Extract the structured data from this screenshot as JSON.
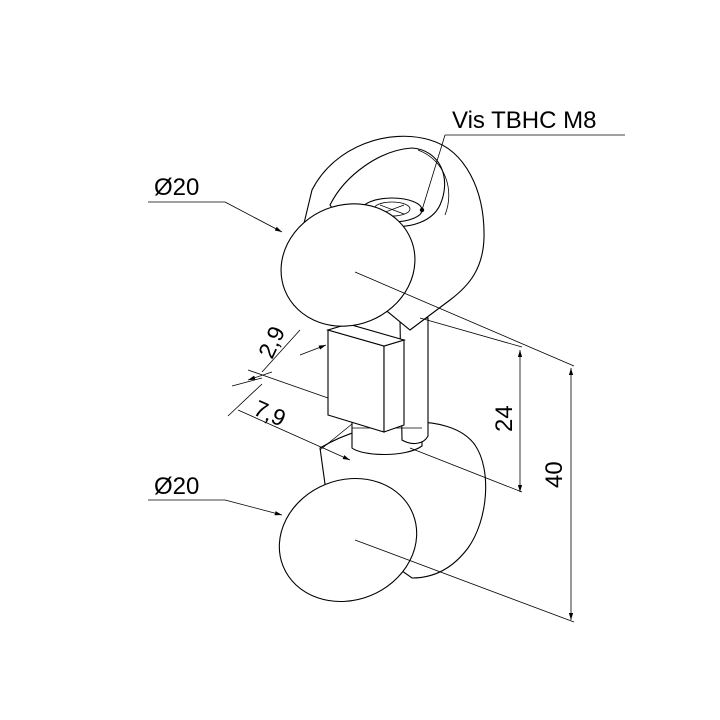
{
  "drawing": {
    "note_screw": "Vis TBHC M8",
    "dim_dia_top": "Ø20",
    "dim_dia_bottom": "Ø20",
    "dim_thickness": "2,9",
    "dim_offset": "7,9",
    "dim_height_inner": "24",
    "dim_height_total": "40"
  },
  "colors": {
    "line": "#000000",
    "background": "#ffffff"
  }
}
